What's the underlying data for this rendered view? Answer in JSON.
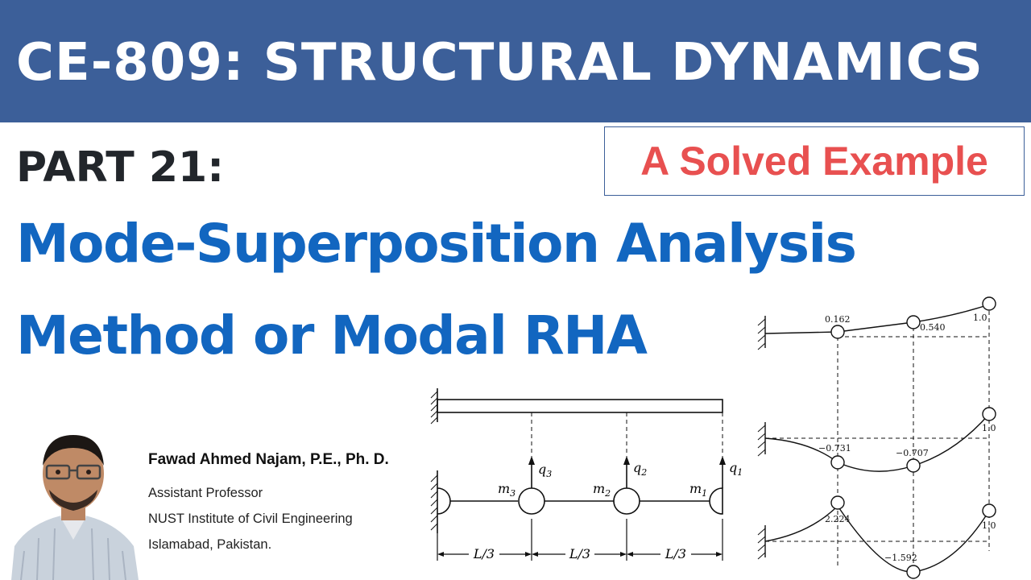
{
  "header": {
    "course_title": "CE-809: STRUCTURAL DYNAMICS",
    "banner_color": "#3c5f99"
  },
  "part": {
    "label": "PART 21:",
    "badge": "A Solved Example",
    "badge_color": "#e85050"
  },
  "topic": {
    "line1": "Mode-Superposition Analysis",
    "line2": "Method or Modal RHA",
    "color": "#1266c0"
  },
  "presenter": {
    "name": "Fawad Ahmed Najam, P.E., Ph. D.",
    "title": "Assistant Professor",
    "institution": "NUST Institute of Civil Engineering",
    "location": "Islamabad, Pakistan."
  },
  "beam_diagram": {
    "dofs": [
      "q",
      "q",
      "q"
    ],
    "dof_subscripts": [
      "3",
      "2",
      "1"
    ],
    "masses": [
      "m",
      "m",
      "m"
    ],
    "mass_subscripts": [
      "3",
      "2",
      "1"
    ],
    "span_labels": [
      "L/3",
      "L/3",
      "L/3"
    ]
  },
  "mode_shapes": {
    "mode1": [
      "0.162",
      "0.540",
      "1.0"
    ],
    "mode2": [
      "−0.731",
      "−0.707",
      "1.0"
    ],
    "mode3": [
      "2.224",
      "−1.592",
      "1.0"
    ]
  }
}
